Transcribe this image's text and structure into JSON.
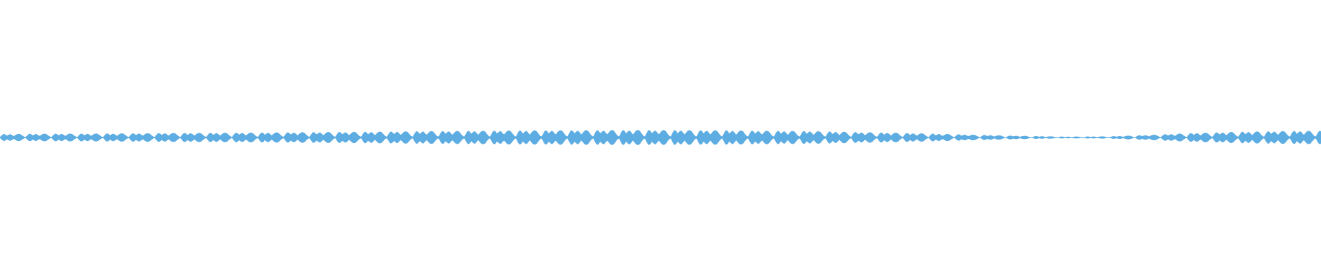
{
  "waveform": {
    "color": "#5dade2",
    "amplitude_envelope": [
      0.45,
      0.5,
      0.52,
      0.55,
      0.6,
      0.62,
      0.66,
      0.7,
      0.74,
      0.78,
      0.85,
      0.88,
      0.94,
      0.96,
      0.98,
      1.0,
      0.98,
      0.96,
      0.9,
      0.86,
      0.74,
      0.64,
      0.5,
      0.35,
      0.22,
      0.12,
      0.15,
      0.35,
      0.6,
      0.75,
      0.85,
      0.9
    ],
    "pulse_shape": [
      0.15,
      0.65,
      1.0,
      0.92,
      0.55,
      0.8,
      0.95,
      0.7,
      0.4,
      0.7,
      0.95,
      1.0,
      0.88,
      0.55,
      0.25,
      0.1
    ]
  }
}
